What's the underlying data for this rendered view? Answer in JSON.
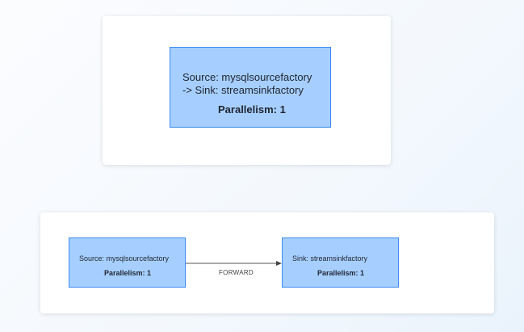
{
  "job_graph": {
    "node": {
      "line1": "Source: mysqlsourcefactory",
      "line2": "-> Sink: streamsinkfactory",
      "parallelism": "Parallelism: 1"
    }
  },
  "plan_graph": {
    "source": {
      "name": "Source: mysqlsourcefactory",
      "parallelism": "Parallelism: 1"
    },
    "sink": {
      "name": "Sink: streamsinkfactory",
      "parallelism": "Parallelism: 1"
    },
    "edge": {
      "label": "FORWARD"
    }
  },
  "colors": {
    "node_fill": "#a6cfff",
    "node_border": "#3a8af0"
  }
}
